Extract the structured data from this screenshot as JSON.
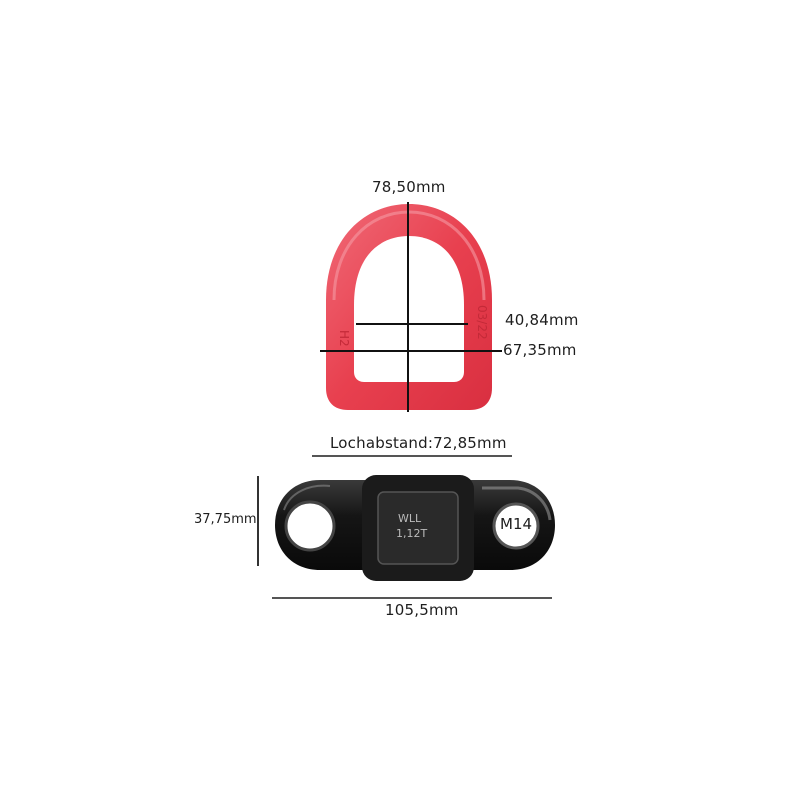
{
  "ring": {
    "color": "#e8404f",
    "color_light": "#f47a86",
    "height_label": "78,50mm",
    "inner_width_label": "40,84mm",
    "outer_width_label": "67,35mm",
    "left_marking": "H2",
    "right_marking": "03/22"
  },
  "bracket": {
    "color": "#151515",
    "hole_distance_label": "Lochabstand:72,85mm",
    "height_label": "37,75mm",
    "length_label": "105,5mm",
    "thread_label": "M14",
    "marking_line1": "WLL",
    "marking_line2": "1,12T"
  }
}
